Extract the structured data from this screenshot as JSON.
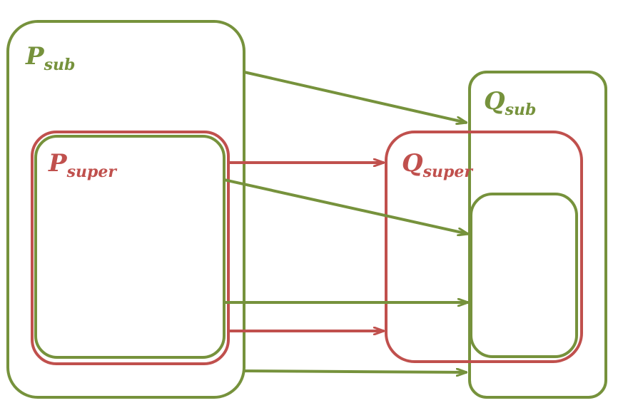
{
  "colors": {
    "green": "#76923C",
    "red": "#C0504D",
    "background": "#FFFFFF"
  },
  "labels": {
    "p_sub": {
      "main": "P",
      "sub": "sub"
    },
    "p_super": {
      "main": "P",
      "sub": "super"
    },
    "q_sub": {
      "main": "Q",
      "sub": "sub"
    },
    "q_super": {
      "main": "Q",
      "sub": "super"
    }
  }
}
